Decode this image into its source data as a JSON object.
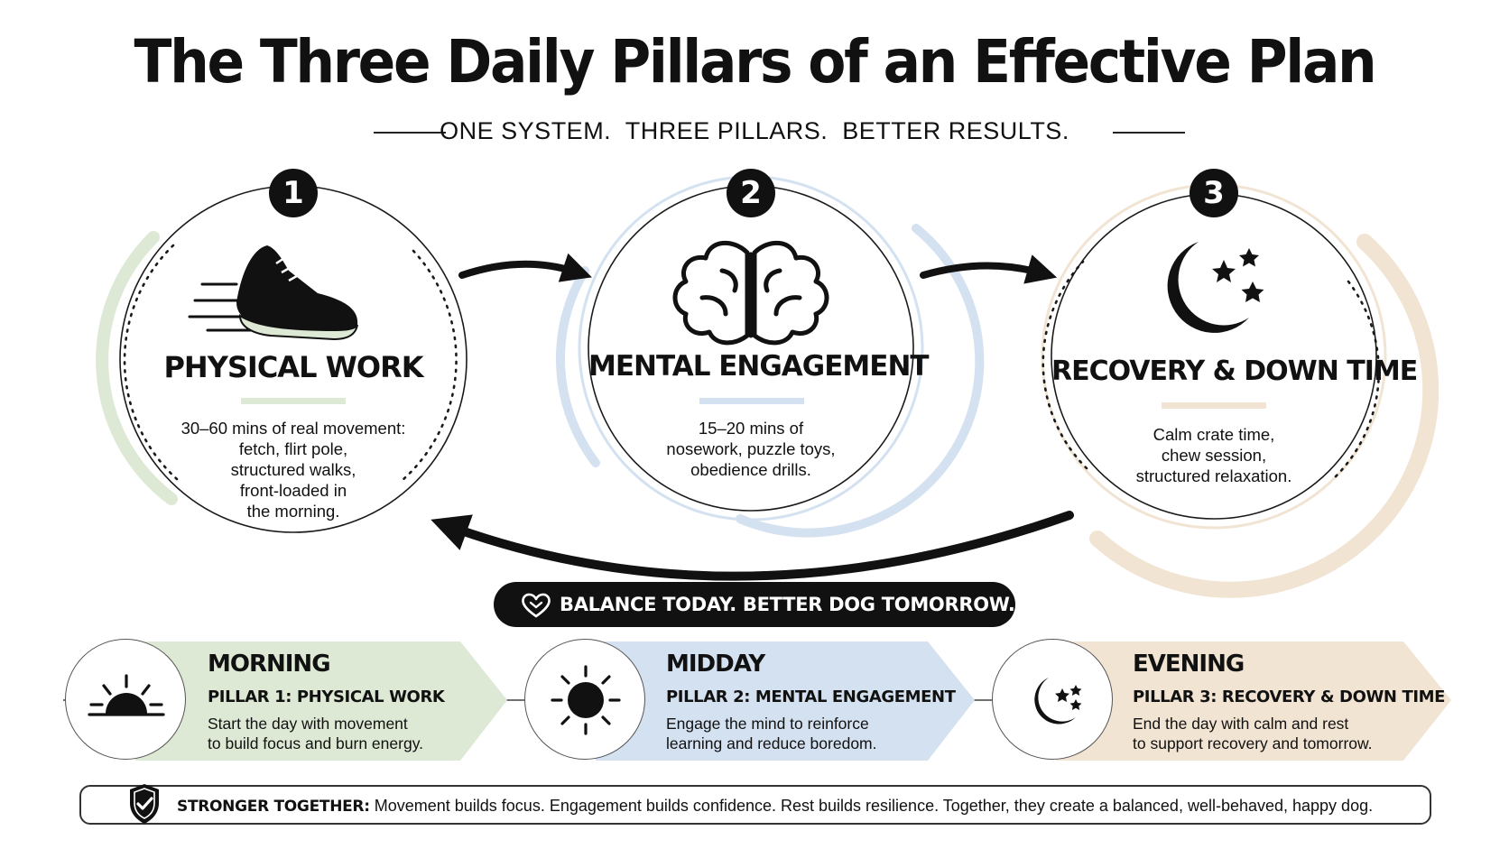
{
  "header": {
    "title": "The Three Daily Pillars of an Effective Plan",
    "subtitle": "ONE SYSTEM.  THREE PILLARS.  BETTER RESULTS."
  },
  "colors": {
    "physical": "#dde9d4",
    "mental": "#d3e1f0",
    "recovery": "#f1e4d3",
    "dark": "#111111"
  },
  "pillars": [
    {
      "number": "1",
      "icon": "running-shoe-icon",
      "title": "PHYSICAL WORK",
      "desc": [
        "30–60 mins of real movement:",
        "fetch, flirt pole,",
        "structured walks,",
        "front-loaded in",
        "the morning."
      ]
    },
    {
      "number": "2",
      "icon": "brain-icon",
      "title": "MENTAL ENGAGEMENT",
      "desc": [
        "15–20 mins of",
        "nosework, puzzle toys,",
        "obedience drills."
      ]
    },
    {
      "number": "3",
      "icon": "moon-stars-icon",
      "title": "RECOVERY & DOWN TIME",
      "desc": [
        "Calm crate time,",
        "chew session,",
        "structured relaxation."
      ]
    }
  ],
  "banner": {
    "icon": "heart-icon",
    "text": "BALANCE TODAY. BETTER DOG TOMORROW."
  },
  "timeline": [
    {
      "icon": "sunrise-icon",
      "label": "MORNING",
      "pillar": "PILLAR 1: PHYSICAL WORK",
      "desc": [
        "Start the day with movement",
        "to build focus and burn energy."
      ]
    },
    {
      "icon": "sun-icon",
      "label": "MIDDAY",
      "pillar": "PILLAR 2: MENTAL ENGAGEMENT",
      "desc": [
        "Engage the mind to reinforce",
        "learning and reduce boredom."
      ]
    },
    {
      "icon": "moon-icon",
      "label": "EVENING",
      "pillar": "PILLAR 3: RECOVERY & DOWN TIME",
      "desc": [
        "End the day with calm and rest",
        "to support recovery and tomorrow."
      ]
    }
  ],
  "footer": {
    "icon": "shield-check-icon",
    "lead": "STRONGER TOGETHER:",
    "text": " Movement builds focus. Engagement builds confidence. Rest builds resilience. Together, they create a balanced, well-behaved, happy dog."
  }
}
